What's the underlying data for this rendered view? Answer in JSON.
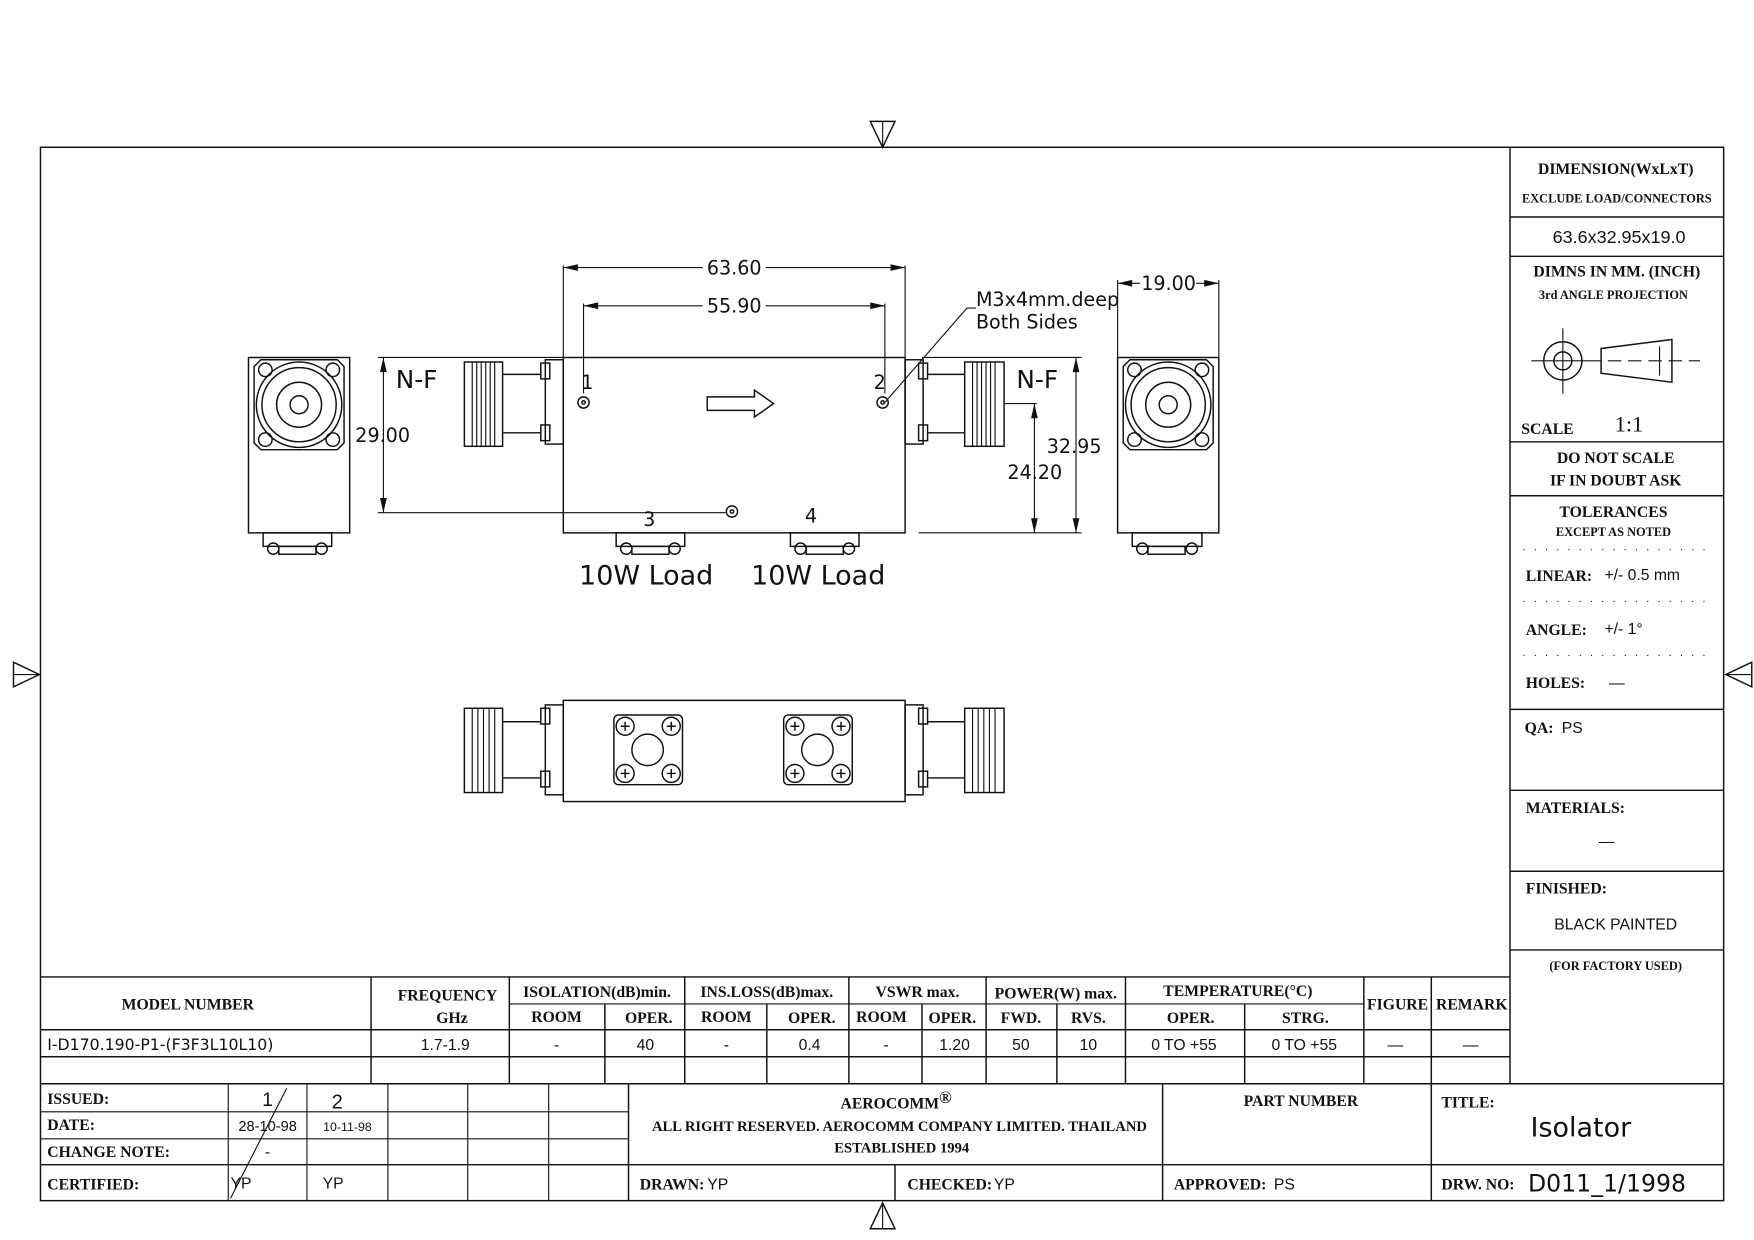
{
  "drawing": {
    "dim_overall_length": "63.60",
    "dim_hole_spacing": "55.90",
    "dim_height_left": "29.00",
    "dim_height_right": "32.95",
    "dim_connector_height": "24.20",
    "dim_thickness": "19.00",
    "connector_left": "N-F",
    "connector_right": "N-F",
    "hole_note_line1": "M3x4mm.deep",
    "hole_note_line2": "Both Sides",
    "port_1": "1",
    "port_2": "2",
    "port_3": "3",
    "port_4": "4",
    "load_1": "10W Load",
    "load_2": "10W Load"
  },
  "side_panel": {
    "dimension_title": "DIMENSION(WxLxT)",
    "dimension_subtitle": "EXCLUDE LOAD/CONNECTORS",
    "dimension_value": "63.6x32.95x19.0",
    "units": "DIMNS IN MM. (INCH)",
    "projection": "3rd ANGLE PROJECTION",
    "scale_label": "SCALE",
    "scale_value": "1:1",
    "do_not_scale": "DO NOT SCALE",
    "if_in_doubt": "IF IN DOUBT ASK",
    "tolerances": "TOLERANCES",
    "except_as_noted": "EXCEPT AS NOTED",
    "linear_label": "LINEAR:",
    "linear_value": "+/- 0.5 mm",
    "angle_label": "ANGLE:",
    "angle_value": "+/- 1°",
    "holes_label": "HOLES:",
    "holes_value": "—",
    "qa_label": "QA:",
    "qa_value": "PS",
    "materials_label": "MATERIALS:",
    "materials_value": "—",
    "finished_label": "FINISHED:",
    "finished_value": "BLACK PAINTED",
    "factory_used": "(FOR FACTORY USED)"
  },
  "spec_table": {
    "headers": {
      "model": "MODEL NUMBER",
      "frequency": "FREQUENCY",
      "frequency_unit": "GHz",
      "isolation": "ISOLATION(dB)min.",
      "ins_loss": "INS.LOSS(dB)max.",
      "vswr": "VSWR max.",
      "power": "POWER(W) max.",
      "temperature": "TEMPERATURE(°C)",
      "figure": "FIGURE",
      "remark": "REMARK",
      "room": "ROOM",
      "oper": "OPER.",
      "fwd": "FWD.",
      "rvs": "RVS.",
      "strg": "STRG."
    },
    "row": {
      "model": "I-D170.190-P1-(F3F3L10L10)",
      "frequency": "1.7-1.9",
      "isolation_room": "-",
      "isolation_oper": "40",
      "ins_loss_room": "-",
      "ins_loss_oper": "0.4",
      "vswr_room": "-",
      "vswr_oper": "1.20",
      "power_fwd": "50",
      "power_rvs": "10",
      "temp_oper": "0 TO +55",
      "temp_strg": "0 TO +55",
      "figure": "—",
      "remark": "—"
    }
  },
  "title_block": {
    "issued_label": "ISSUED:",
    "date_label": "DATE:",
    "change_note_label": "CHANGE NOTE:",
    "certified_label": "CERTIFIED:",
    "issue_1": "1",
    "issue_2": "2",
    "date_1": "28-10-98",
    "date_2": "10-11-98",
    "change_note_1": "-",
    "certified_1": "YP",
    "certified_2": "YP",
    "company": "AEROCOMM",
    "registered": "®",
    "rights": "ALL RIGHT RESERVED. AEROCOMM COMPANY LIMITED. THAILAND",
    "established": "ESTABLISHED 1994",
    "part_number_label": "PART NUMBER",
    "title_label": "TITLE:",
    "title_value": "Isolator",
    "drawn_label": "DRAWN:",
    "drawn_value": "YP",
    "checked_label": "CHECKED:",
    "checked_value": "YP",
    "approved_label": "APPROVED:",
    "approved_value": "PS",
    "drw_no_label": "DRW. NO:",
    "drw_no_value": "D011_1/1998"
  }
}
